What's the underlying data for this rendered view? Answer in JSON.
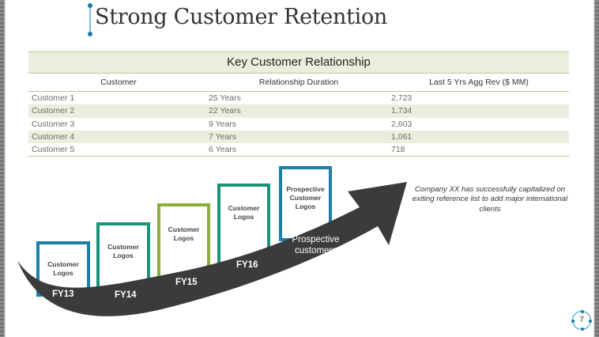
{
  "slide": {
    "title": "Strong Customer Retention",
    "page_number": "7"
  },
  "table": {
    "title": "Key Customer Relationship",
    "columns": [
      "Customer",
      "Relationship Duration",
      "Last 5 Yrs  Agg Rev ($ MM)"
    ],
    "rows": [
      [
        "Customer 1",
        "25 Years",
        "2,723"
      ],
      [
        "Customer 2",
        "22 Years",
        "1,734"
      ],
      [
        "Customer 3",
        "9 Years",
        "2,603"
      ],
      [
        "Customer 4",
        "7 Years",
        "1,061"
      ],
      [
        "Customer 5",
        "6 Years",
        "718"
      ]
    ]
  },
  "timeline": {
    "steps": [
      {
        "year": "FY13",
        "box_line1": "Customer",
        "box_line2": "Logos",
        "box_line3": "",
        "color": "#1b7fa8"
      },
      {
        "year": "FY14",
        "box_line1": "Customer",
        "box_line2": "Logos",
        "box_line3": "",
        "color": "#1a9478"
      },
      {
        "year": "FY15",
        "box_line1": "Customer",
        "box_line2": "Logos",
        "box_line3": "",
        "color": "#8aaf3a"
      },
      {
        "year": "FY16",
        "box_line1": "Customer",
        "box_line2": "Logos",
        "box_line3": "",
        "color": "#1a9478"
      },
      {
        "year": "",
        "box_line1": "Prospective",
        "box_line2": "Customer",
        "box_line3": "Logos",
        "color": "#1b7fa8"
      }
    ],
    "prospect_line1": "Prospective",
    "prospect_line2": "customers",
    "arrow_color": "#3b3b3b"
  },
  "note": "Company XX has successfully capitalized on exiting reference list to add major international clients",
  "colors": {
    "table_band": "#eaefdd",
    "table_rule": "#b5cc8e",
    "accent_blue": "#1a78a8"
  }
}
